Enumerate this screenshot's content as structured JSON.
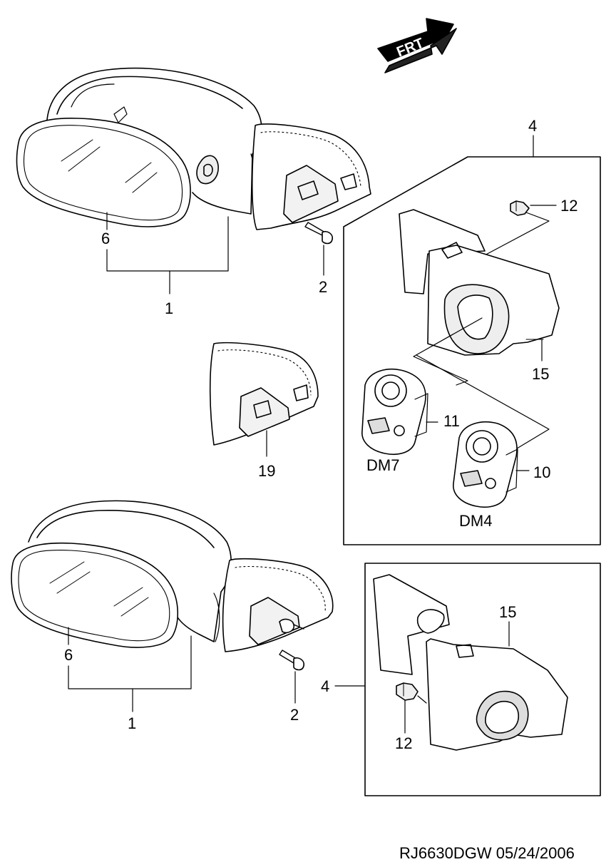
{
  "direction_arrow": {
    "label": "FRT"
  },
  "callouts": {
    "upper_mirror_glass": "6",
    "upper_mirror_assembly": "1",
    "upper_screw": "2",
    "upper_box_group": "4",
    "upper_clip": "12",
    "upper_cover": "15",
    "switch_dm7": "11",
    "switch_dm4": "10",
    "bracket": "19",
    "lower_mirror_glass": "6",
    "lower_mirror_assembly": "1",
    "lower_screw": "2",
    "lower_box_group": "4",
    "lower_cover": "15",
    "lower_clip": "12"
  },
  "variants": {
    "dm7": "DM7",
    "dm4": "DM4"
  },
  "footer": {
    "code": "RJ6630DGW  05/24/2006"
  }
}
